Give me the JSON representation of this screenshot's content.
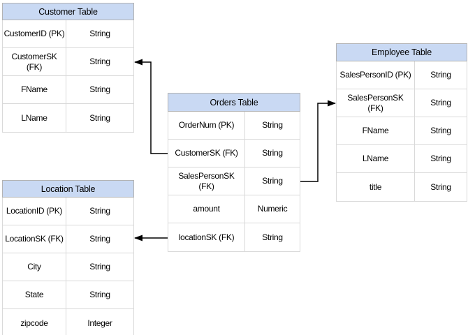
{
  "diagram": {
    "tables": {
      "customer": {
        "title": "Customer Table",
        "rows": [
          {
            "name": "CustomerID (PK)",
            "type": "String"
          },
          {
            "name": "CustomerSK\n(FK)",
            "type": "String"
          },
          {
            "name": "FName",
            "type": "String"
          },
          {
            "name": "LName",
            "type": "String"
          }
        ]
      },
      "orders": {
        "title": "Orders Table",
        "rows": [
          {
            "name": "OrderNum (PK)",
            "type": "String"
          },
          {
            "name": "CustomerSK (FK)",
            "type": "String"
          },
          {
            "name": "SalesPersonSK\n(FK)",
            "type": "String"
          },
          {
            "name": "amount",
            "type": "Numeric"
          },
          {
            "name": "locationSK (FK)",
            "type": "String"
          }
        ]
      },
      "employee": {
        "title": "Employee Table",
        "rows": [
          {
            "name": "SalesPersonID (PK)",
            "type": "String"
          },
          {
            "name": "SalesPersonSK\n(FK)",
            "type": "String"
          },
          {
            "name": "FName",
            "type": "String"
          },
          {
            "name": "LName",
            "type": "String"
          },
          {
            "name": "title",
            "type": "String"
          }
        ]
      },
      "location": {
        "title": "Location Table",
        "rows": [
          {
            "name": "LocationID (PK)",
            "type": "String"
          },
          {
            "name": "LocationSK (FK)",
            "type": "String"
          },
          {
            "name": "City",
            "type": "String"
          },
          {
            "name": "State",
            "type": "String"
          },
          {
            "name": "zipcode",
            "type": "Integer"
          }
        ]
      }
    },
    "relationships": [
      {
        "from": "Orders Table.CustomerSK (FK)",
        "to": "Customer Table.CustomerSK (FK)"
      },
      {
        "from": "Orders Table.SalesPersonSK (FK)",
        "to": "Employee Table.SalesPersonSK (FK)"
      },
      {
        "from": "Orders Table.locationSK (FK)",
        "to": "Location Table.LocationSK (FK)"
      }
    ],
    "colors": {
      "header_fill": "#c9d9f3",
      "header_border": "#b3b3b3",
      "cell_border": "#d9d9d9",
      "connector": "#000000",
      "text": "#000000"
    }
  }
}
